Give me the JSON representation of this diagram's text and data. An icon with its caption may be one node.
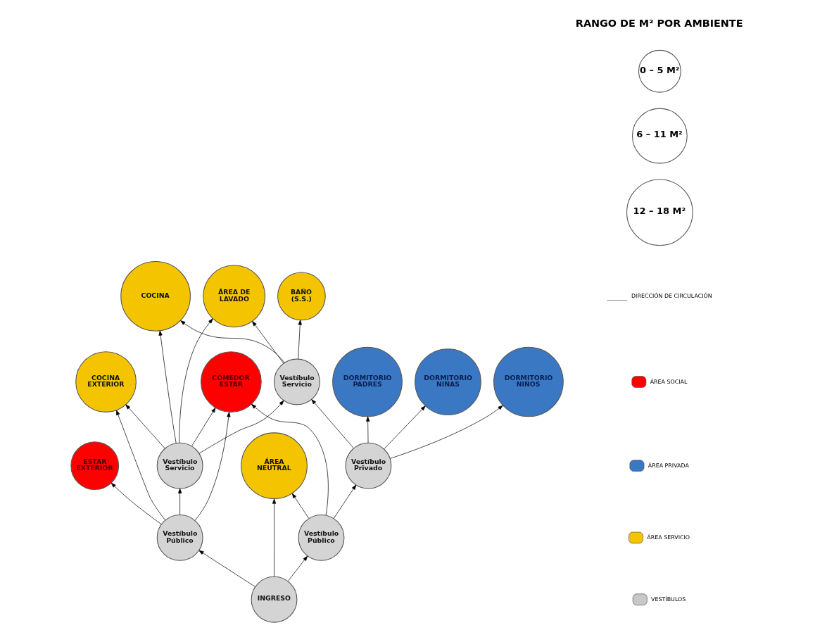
{
  "diagram": {
    "nodes": [
      {
        "text": [
          "ÁREA DE LAVADO"
        ]
      },
      {
        "text": [
          "BAÑO (S.S.)"
        ]
      },
      {
        "text": [
          "Vestíbulo Servicio"
        ]
      },
      {
        "text": [
          "DORMITORIO PADRES"
        ]
      },
      {
        "text": [
          "Vestíbulo Servicio"
        ]
      },
      {
        "text": [
          "COCINA"
        ]
      },
      {
        "text": [
          "DORMITORIO NIÑAS"
        ]
      },
      {
        "text": [
          "Vestíbulo Privado"
        ]
      },
      {
        "text": [
          "COCINA EXTERIOR"
        ]
      },
      {
        "text": [
          "COMEDOR ESTAR"
        ]
      },
      {
        "text": [
          "DORMITORIO NIÑOS"
        ]
      },
      {
        "text": [
          "Vestíbulo Público"
        ]
      },
      {
        "text": [
          "ÁREA NEUTRAL"
        ]
      },
      {
        "text": [
          "ESTAR EXTERIOR"
        ]
      },
      {
        "text": [
          "Vestíbulo Público"
        ]
      },
      {
        "text": [
          "INGRESO"
        ]
      },
      {
        "text": [
          "0 – 5 M²"
        ]
      },
      {
        "text": [
          "6 – 11 M²"
        ]
      },
      {
        "text": [
          "12 – 18 M²"
        ]
      }
    ],
    "edges": [
      {
        "from": 4,
        "to": 0,
        "arrow": "to"
      },
      {
        "from": 4,
        "to": 2,
        "arrow": "to"
      },
      {
        "from": 2,
        "to": 0,
        "arrow": "to"
      },
      {
        "from": 2,
        "to": 1,
        "arrow": "to"
      },
      {
        "from": 2,
        "to": 5,
        "arrow": "to"
      },
      {
        "from": 4,
        "to": 5,
        "arrow": "to"
      },
      {
        "from": 4,
        "to": 8,
        "arrow": "to"
      },
      {
        "from": 4,
        "to": 9,
        "arrow": "to"
      },
      {
        "from": 7,
        "to": 2,
        "arrow": "to"
      },
      {
        "from": 7,
        "to": 3,
        "arrow": "to"
      },
      {
        "from": 7,
        "to": 6,
        "arrow": "to"
      },
      {
        "from": 7,
        "to": 10,
        "arrow": "to"
      },
      {
        "from": 11,
        "to": 7,
        "arrow": "to"
      },
      {
        "from": 11,
        "to": 9,
        "arrow": "to"
      },
      {
        "from": 11,
        "to": 12,
        "arrow": "to"
      },
      {
        "from": 14,
        "to": 8,
        "arrow": "to"
      },
      {
        "from": 14,
        "to": 4,
        "arrow": "to"
      },
      {
        "from": 14,
        "to": 9,
        "arrow": "to"
      },
      {
        "from": 14,
        "to": 13,
        "arrow": "to"
      },
      {
        "from": 15,
        "to": 14,
        "arrow": "to"
      },
      {
        "from": 15,
        "to": 11,
        "arrow": "to"
      },
      {
        "from": 15,
        "to": 12,
        "arrow": "to"
      }
    ],
    "labels": [
      "RANGO DE M² POR AMBIENTE"
    ],
    "legend": [
      {
        "text": "DIRECCIÓN DE CIRCULACIÓN"
      },
      {
        "text": "ÁREA SOCIAL",
        "color": "#ff0000"
      },
      {
        "text": "ÁREA PRIVADA",
        "color": "#3a78c4"
      },
      {
        "text": "ÁREA SERVICIO",
        "color": "#f5c400"
      },
      {
        "text": "VESTÍBULOS",
        "color": "#c8c8c8"
      }
    ]
  }
}
